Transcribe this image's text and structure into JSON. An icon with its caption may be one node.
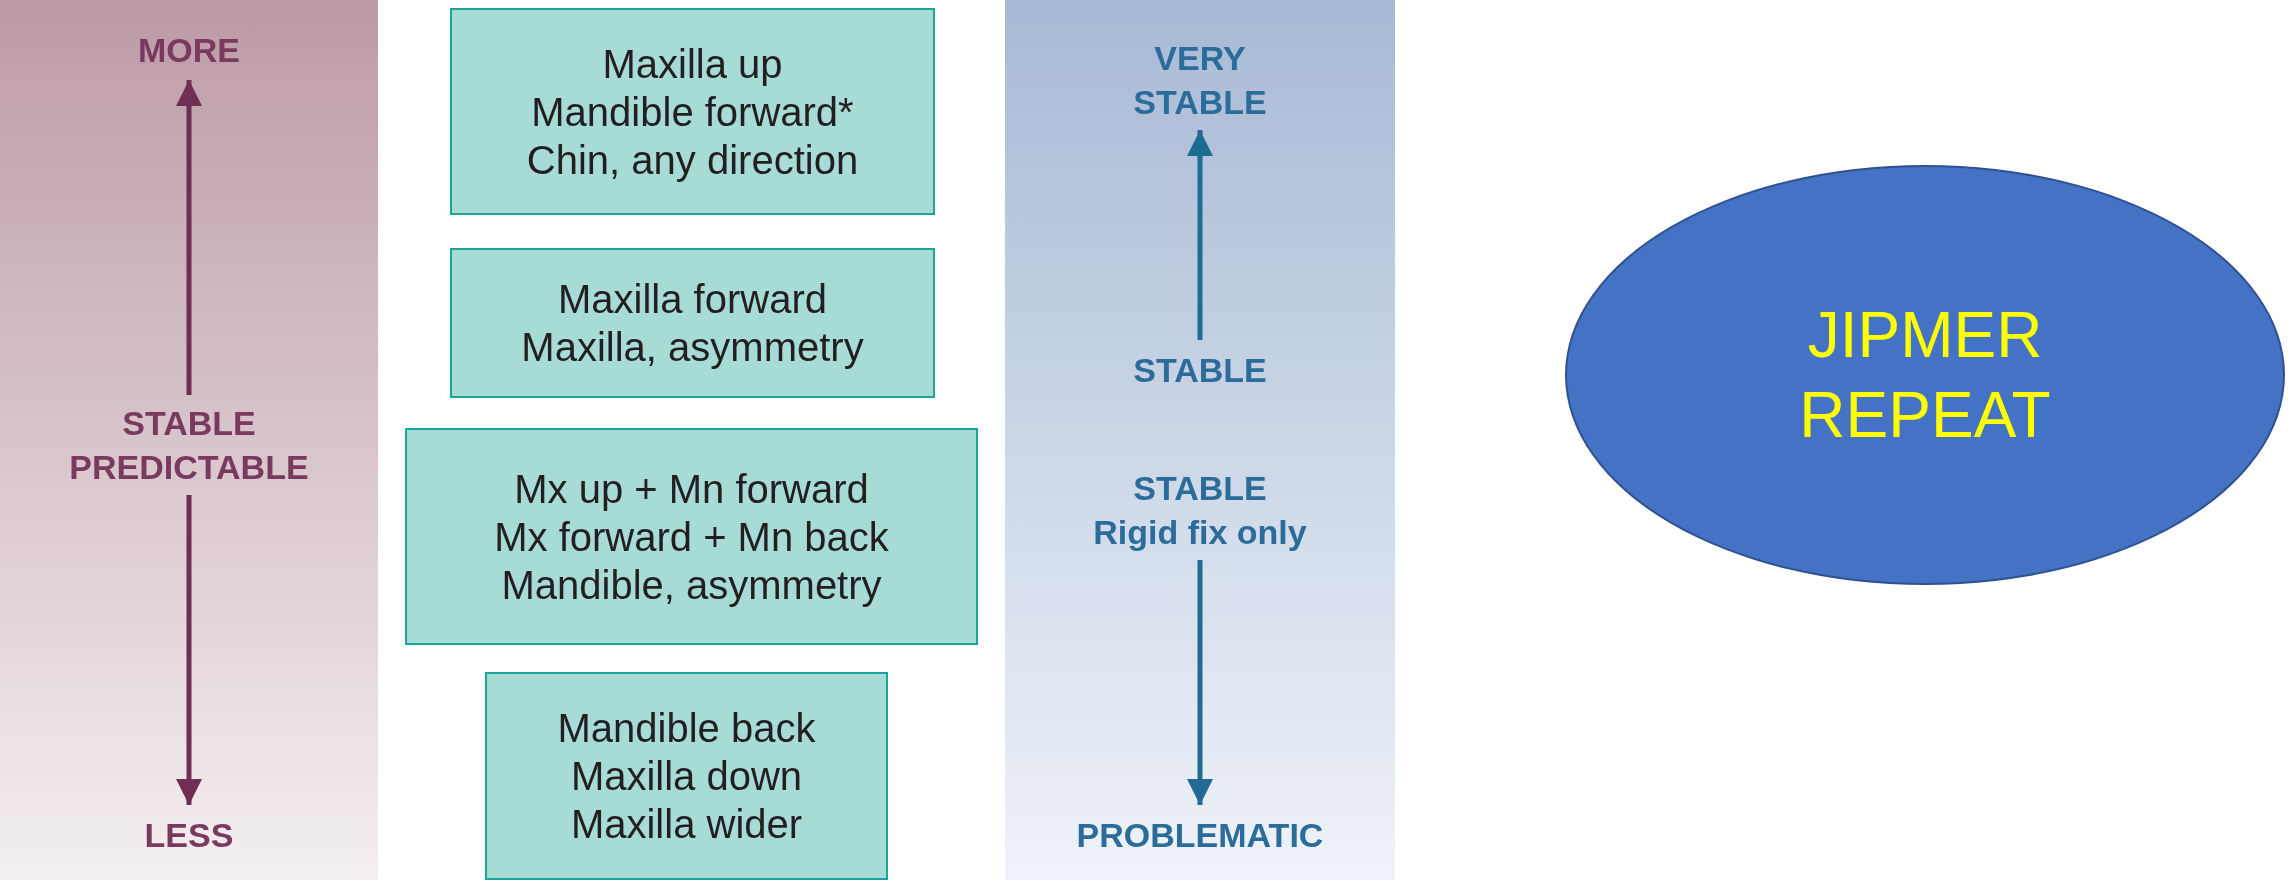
{
  "diagram": {
    "nodes": [
      {
        "text": [],
        "shape": "bar"
      },
      {
        "text": [
          "MORE"
        ],
        "in": 0
      },
      {
        "text": [
          "STABLE PREDICTABLE"
        ],
        "in": 0
      },
      {
        "text": [
          "LESS"
        ],
        "in": 0
      },
      {
        "text": [
          "Maxilla up",
          "Mandible forward*",
          "Chin, any direction"
        ]
      },
      {
        "text": [
          "Maxilla forward",
          "Maxilla, asymmetry"
        ]
      },
      {
        "text": [
          "Mx up + Mn forward",
          "Mx forward + Mn back",
          "Mandible, asymmetry"
        ]
      },
      {
        "text": [
          "Mandible back",
          "Maxilla down",
          "Maxilla wider"
        ]
      },
      {
        "text": [],
        "shape": "bar"
      },
      {
        "text": [
          "VERY STABLE"
        ],
        "in": 8
      },
      {
        "text": [
          "STABLE"
        ],
        "in": 8
      },
      {
        "text": [
          "STABLE",
          "Rigid fix only"
        ],
        "in": 8
      },
      {
        "text": [
          "PROBLEMATIC"
        ],
        "in": 8
      },
      {
        "text": [
          "JIPMER REPEAT"
        ]
      }
    ],
    "edges": [
      {
        "from": 2,
        "to": 1,
        "arrow": "to"
      },
      {
        "from": 2,
        "to": 3,
        "arrow": "to"
      },
      {
        "from": 10,
        "to": 9,
        "arrow": "to"
      },
      {
        "from": 11,
        "to": 12,
        "arrow": "to"
      }
    ]
  }
}
